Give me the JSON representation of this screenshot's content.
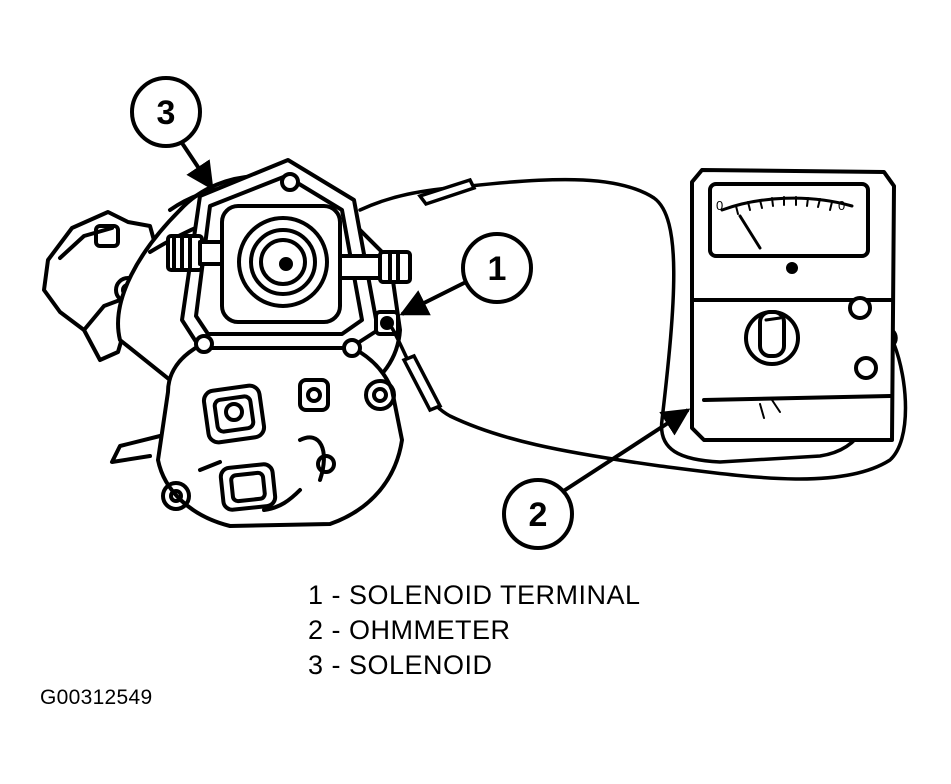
{
  "callouts": [
    {
      "number": "1",
      "label": "SOLENOID TERMINAL"
    },
    {
      "number": "2",
      "label": "OHMMETER"
    },
    {
      "number": "3",
      "label": "SOLENOID"
    }
  ],
  "legend": [
    "1 - SOLENOID TERMINAL",
    "2 - OHMMETER",
    "3 - SOLENOID"
  ],
  "figure_id": "G00312549",
  "meter_scale": {
    "left": "0",
    "right": "0"
  },
  "colors": {
    "ink": "#000000",
    "paper": "#ffffff"
  }
}
